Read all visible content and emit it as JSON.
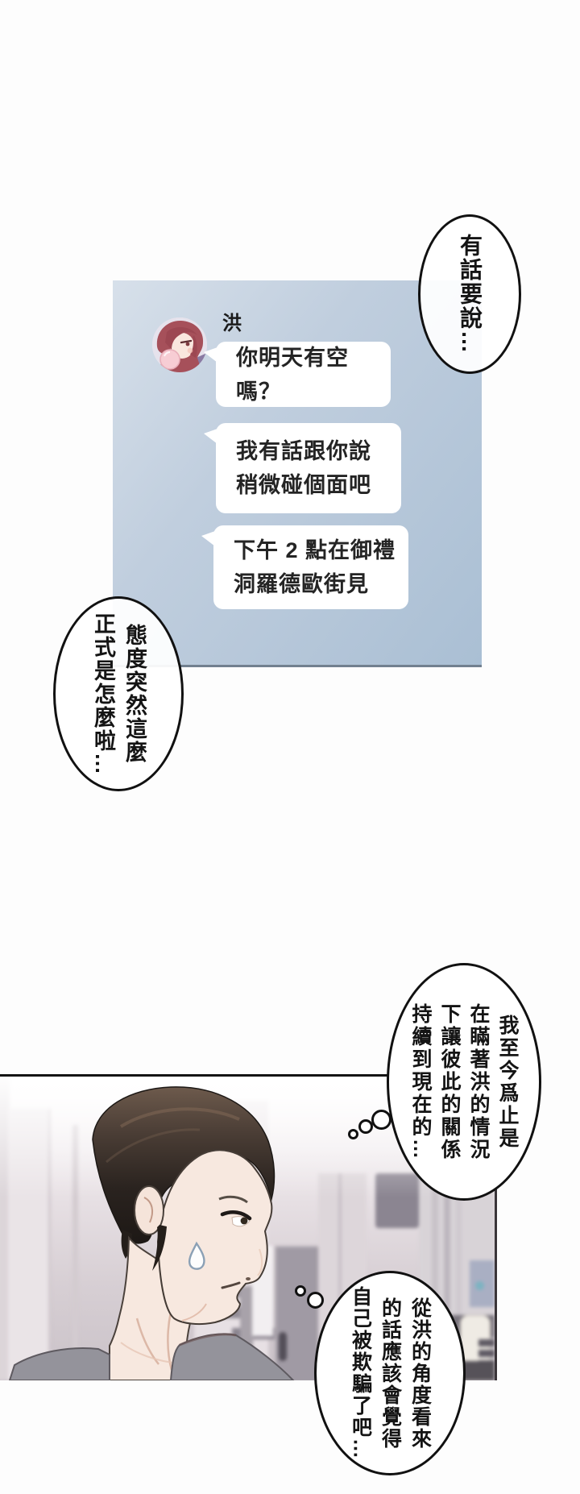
{
  "page": {
    "background": "#fdfdfd"
  },
  "bubbles": {
    "top_right": "有話要說…",
    "left": "態度突然這麼\n正式是怎麼啦…",
    "thought_upper": "我至今爲止是\n在瞞著洪的情況\n下讓彼此的關係\n持續到現在的…",
    "thought_lower": "從洪的角度看來\n的話應該會覺得\n自己被欺騙了吧…"
  },
  "chat": {
    "contact_name": "洪",
    "messages": [
      "你明天有空嗎？",
      "我有話跟你說\n稍微碰個面吧",
      "下午 2 點在御禮\n洞羅德歐街見"
    ],
    "panel_color": "#b7c8da",
    "bubble_color": "#ffffff",
    "text_color": "#242424",
    "avatar": "red-haired-girl-avatar"
  },
  "scene": {
    "subject": "man-profile-looking-right",
    "hair_color": "#2a231f",
    "skin_color": "#f7e8df",
    "shirt_color": "#94939b"
  }
}
